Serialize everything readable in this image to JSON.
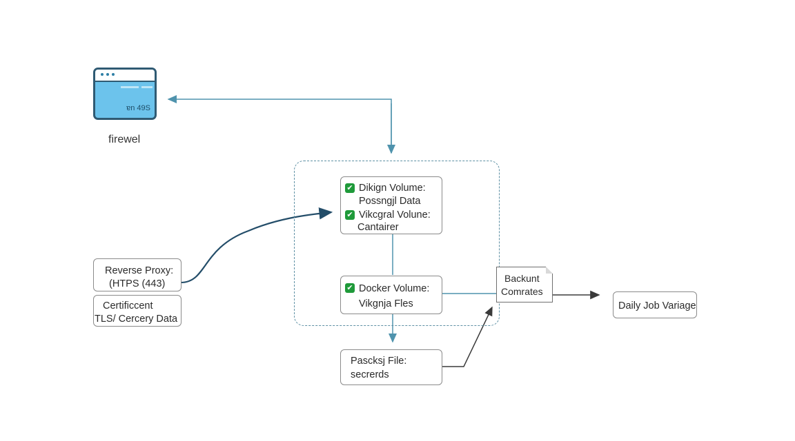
{
  "firewall": {
    "port_text": "ɐn 49S",
    "caption": "firewel"
  },
  "reverse_proxy": {
    "line1": "Reverse Proxy:",
    "line2": "(HTPS (443)"
  },
  "certificate": {
    "line1": "Certificcent",
    "line2": "TLS/ Cercery Data"
  },
  "volumes_top": {
    "item1_line1": "Dikign Volume:",
    "item1_line2": "Possngjl Data",
    "item2_line1": "Vikcgral Volune:",
    "item2_line2": "Cantairer"
  },
  "volumes_bottom": {
    "line1": "Docker Volume:",
    "line2": "Vikgnja Fles"
  },
  "package_file": {
    "line1": "Pascksj File:",
    "line2": "secrerds"
  },
  "backup": {
    "line1": "Backunt",
    "line2": "Comrates"
  },
  "daily_job": {
    "label": "Daily Job Variage"
  },
  "icons": {
    "check": "✔"
  },
  "colors": {
    "accent_blue": "#4f93ad",
    "dark_navy": "#234d69",
    "checkbox_green": "#1f9a3a",
    "window_fill": "#6cc3ec"
  }
}
